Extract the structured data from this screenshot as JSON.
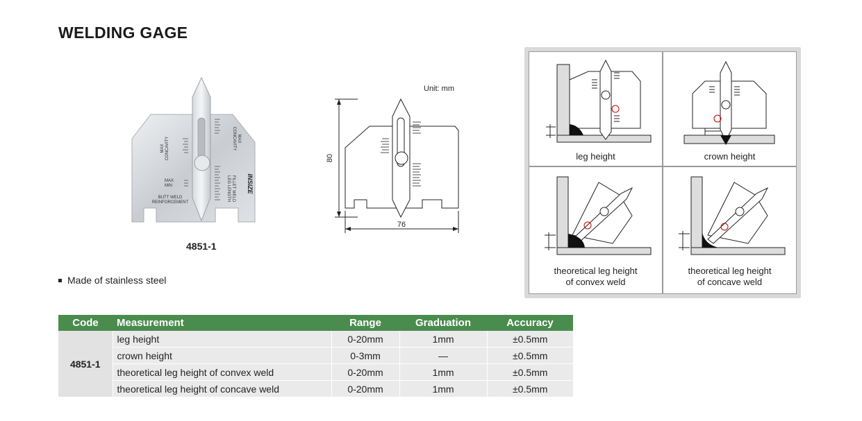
{
  "title": "WELDING GAGE",
  "model_label": "4851-1",
  "unit_label": "Unit: mm",
  "dimensions": {
    "height": "80",
    "width": "76"
  },
  "feature": "Made of stainless steel",
  "photo_text": {
    "max_concavity_left": "MAX\nCONCAVITY",
    "max_min": "MAX\nMIN",
    "butt_weld": "BUTT WELD\nREINFORCEMENT",
    "max_concavity_right": "MAX\nCONCAVITY",
    "fillet_weld": "FILLET WELD\nLEG LENGTH",
    "brand": "INSIZE"
  },
  "diagrams": [
    {
      "caption": "leg height"
    },
    {
      "caption": "crown height"
    },
    {
      "caption": "theoretical leg height\nof convex weld"
    },
    {
      "caption": "theoretical leg height\nof concave weld"
    }
  ],
  "table": {
    "headers": [
      "Code",
      "Measurement",
      "Range",
      "Graduation",
      "Accuracy"
    ],
    "code": "4851-1",
    "rows": [
      {
        "measurement": "leg height",
        "range": "0-20mm",
        "graduation": "1mm",
        "accuracy": "±0.5mm"
      },
      {
        "measurement": "crown height",
        "range": "0-3mm",
        "graduation": "—",
        "accuracy": "±0.5mm"
      },
      {
        "measurement": "theoretical leg height of convex weld",
        "range": "0-20mm",
        "graduation": "1mm",
        "accuracy": "±0.5mm"
      },
      {
        "measurement": "theoretical leg height of concave weld",
        "range": "0-20mm",
        "graduation": "1mm",
        "accuracy": "±0.5mm"
      }
    ]
  }
}
